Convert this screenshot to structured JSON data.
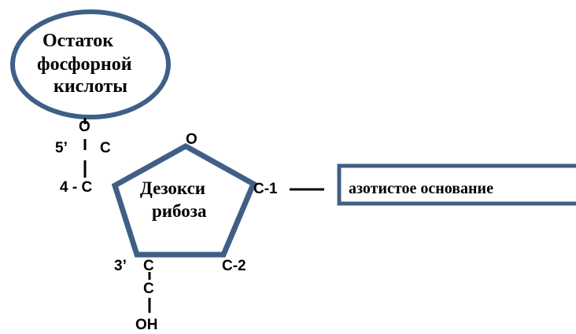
{
  "colors": {
    "shape_stroke": "#3f5f86",
    "text": "#000000",
    "background": "#ffffff"
  },
  "phosphate": {
    "line1": "Остаток",
    "line2": "фосфорной",
    "line3": "кислоты"
  },
  "sugar": {
    "line1": "Дезокси",
    "line2": "рибоза"
  },
  "base": {
    "label": "азотистое основание"
  },
  "atoms": {
    "o_link": "O",
    "c5_prime": "5’",
    "c5": "C",
    "c4": "4 - C",
    "ring_o": "O",
    "c1": "C-1",
    "c2": "C-2",
    "c3_prime": "3’",
    "c3": "C",
    "c_lower": "C",
    "oh": "OH"
  }
}
